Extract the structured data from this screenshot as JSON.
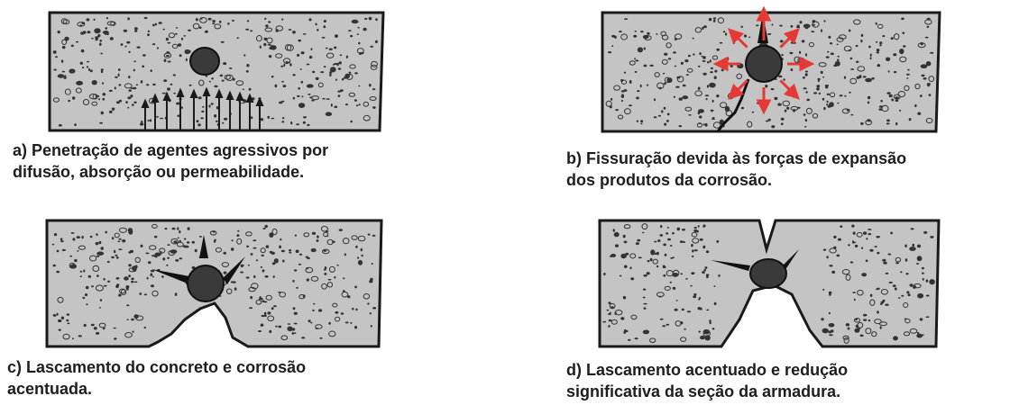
{
  "colors": {
    "concrete": "#c4c4c4",
    "outline": "#1a1a1a",
    "rebar": "#3a3a3a",
    "arrows": "#e53935",
    "text": "#1e1e1e"
  },
  "panels": [
    {
      "id": "a",
      "caption": [
        "a) Penetração de agentes agressivos por",
        "difusão, absorção ou permeabilidade."
      ],
      "icon": "concrete-section-penetration-arrows"
    },
    {
      "id": "b",
      "caption": [
        "b) Fissuração devida às forças de expansão",
        "dos produtos da corrosão."
      ],
      "icon": "concrete-section-expansion-arrows"
    },
    {
      "id": "c",
      "caption": [
        "c) Lascamento do concreto e corrosão",
        "acentuada."
      ],
      "icon": "concrete-section-spalling"
    },
    {
      "id": "d",
      "caption": [
        "d) Lascamento acentuado e redução",
        "significativa da seção da armadura."
      ],
      "icon": "concrete-section-severe-spalling"
    }
  ]
}
